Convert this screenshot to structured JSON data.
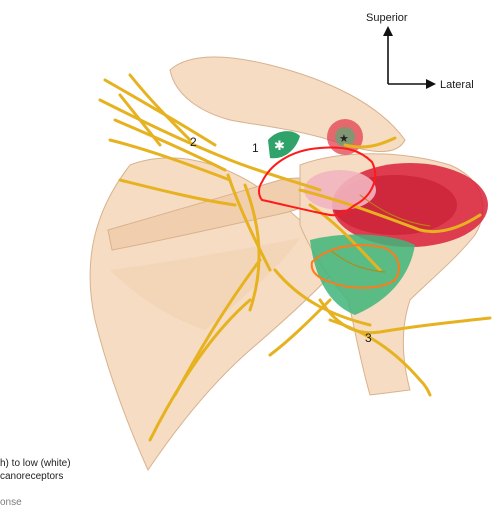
{
  "orientation": {
    "superior_label": "Superior",
    "lateral_label": "Lateral"
  },
  "nerve_numbers": {
    "n1": "1",
    "n2": "2",
    "n3": "3"
  },
  "legend": {
    "line1": "h) to low (white)",
    "line2": "canoreceptors",
    "line3": "onse"
  },
  "colors": {
    "bone": "#f6dcc2",
    "bone_shade": "#eac6a3",
    "nerve": "#e6b21f",
    "nerve_dark": "#b8860b",
    "green": "#3fb57a",
    "red_region": "#d8213a",
    "annot_red": "#ff1a1a",
    "annot_orange": "#ff7a1a"
  }
}
